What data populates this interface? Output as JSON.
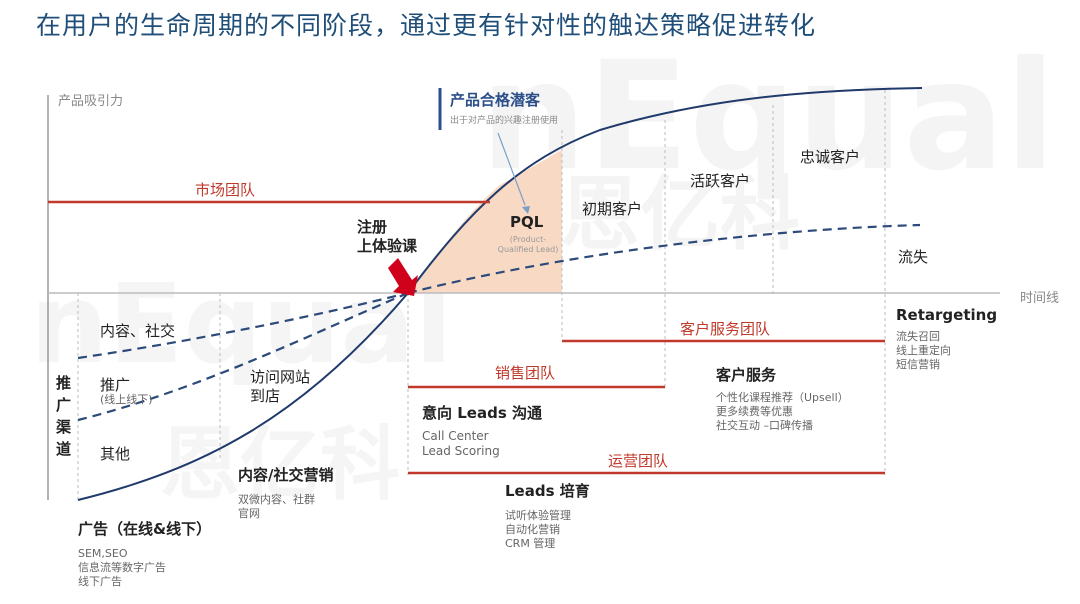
{
  "title": "在用户的生命周期的不同阶段，通过更有针对性的触达策略促进转化",
  "watermark": {
    "brand_en": "nEqual",
    "brand_cn": "恩亿科"
  },
  "axes": {
    "y_label": "产品吸引力",
    "x_label": "时间线"
  },
  "teams": {
    "marketing": "市场团队",
    "sales": "销售团队",
    "customer_service": "客户服务团队",
    "operations": "运营团队"
  },
  "pql_callout": {
    "title": "产品合格潜客",
    "subtitle": "出于对产品的兴趣注册使用",
    "label": "PQL",
    "label_sub_1": "(Product-",
    "label_sub_2": "Qualified Lead)"
  },
  "signup": {
    "line1": "注册",
    "line2": "上体验课"
  },
  "channels": {
    "vertical_label": [
      "推",
      "广",
      "渠",
      "道"
    ],
    "content_social": "内容、社交",
    "promotion": "推广",
    "promotion_sub": "(线上线下)",
    "others": "其他",
    "visit": "访问网站",
    "visit2": "到店"
  },
  "stages": {
    "early_customer": "初期客户",
    "active_customer": "活跃客户",
    "loyal_customer": "忠诚客户",
    "churn": "流失"
  },
  "bottom_blocks": {
    "ads": {
      "title": "广告（在线&线下）",
      "items": [
        "SEM,SEO",
        "信息流等数字广告",
        "线下广告"
      ]
    },
    "content_marketing": {
      "title": "内容/社交营销",
      "items": [
        "双微内容、社群",
        "官网"
      ]
    },
    "intent_leads": {
      "title": "意向 Leads 沟通",
      "items": [
        "Call Center",
        "Lead Scoring"
      ]
    },
    "leads_nurture": {
      "title": "Leads 培育",
      "items": [
        "试听体验管理",
        "自动化营销",
        "CRM 管理"
      ]
    },
    "customer_service": {
      "title": "客户服务",
      "items": [
        "个性化课程推荐（Upsell）",
        "更多续费等优惠",
        "社交互动 –口碑传播"
      ]
    },
    "retargeting": {
      "title": "Retargeting",
      "items": [
        "流失召回",
        "线上重定向",
        "短信营销"
      ]
    }
  },
  "colors": {
    "title": "#1f4e79",
    "curve": "#1f3a6b",
    "team_line": "#c0392b",
    "pql_fill": "#f8d9c4",
    "arrow": "#d0021b"
  }
}
